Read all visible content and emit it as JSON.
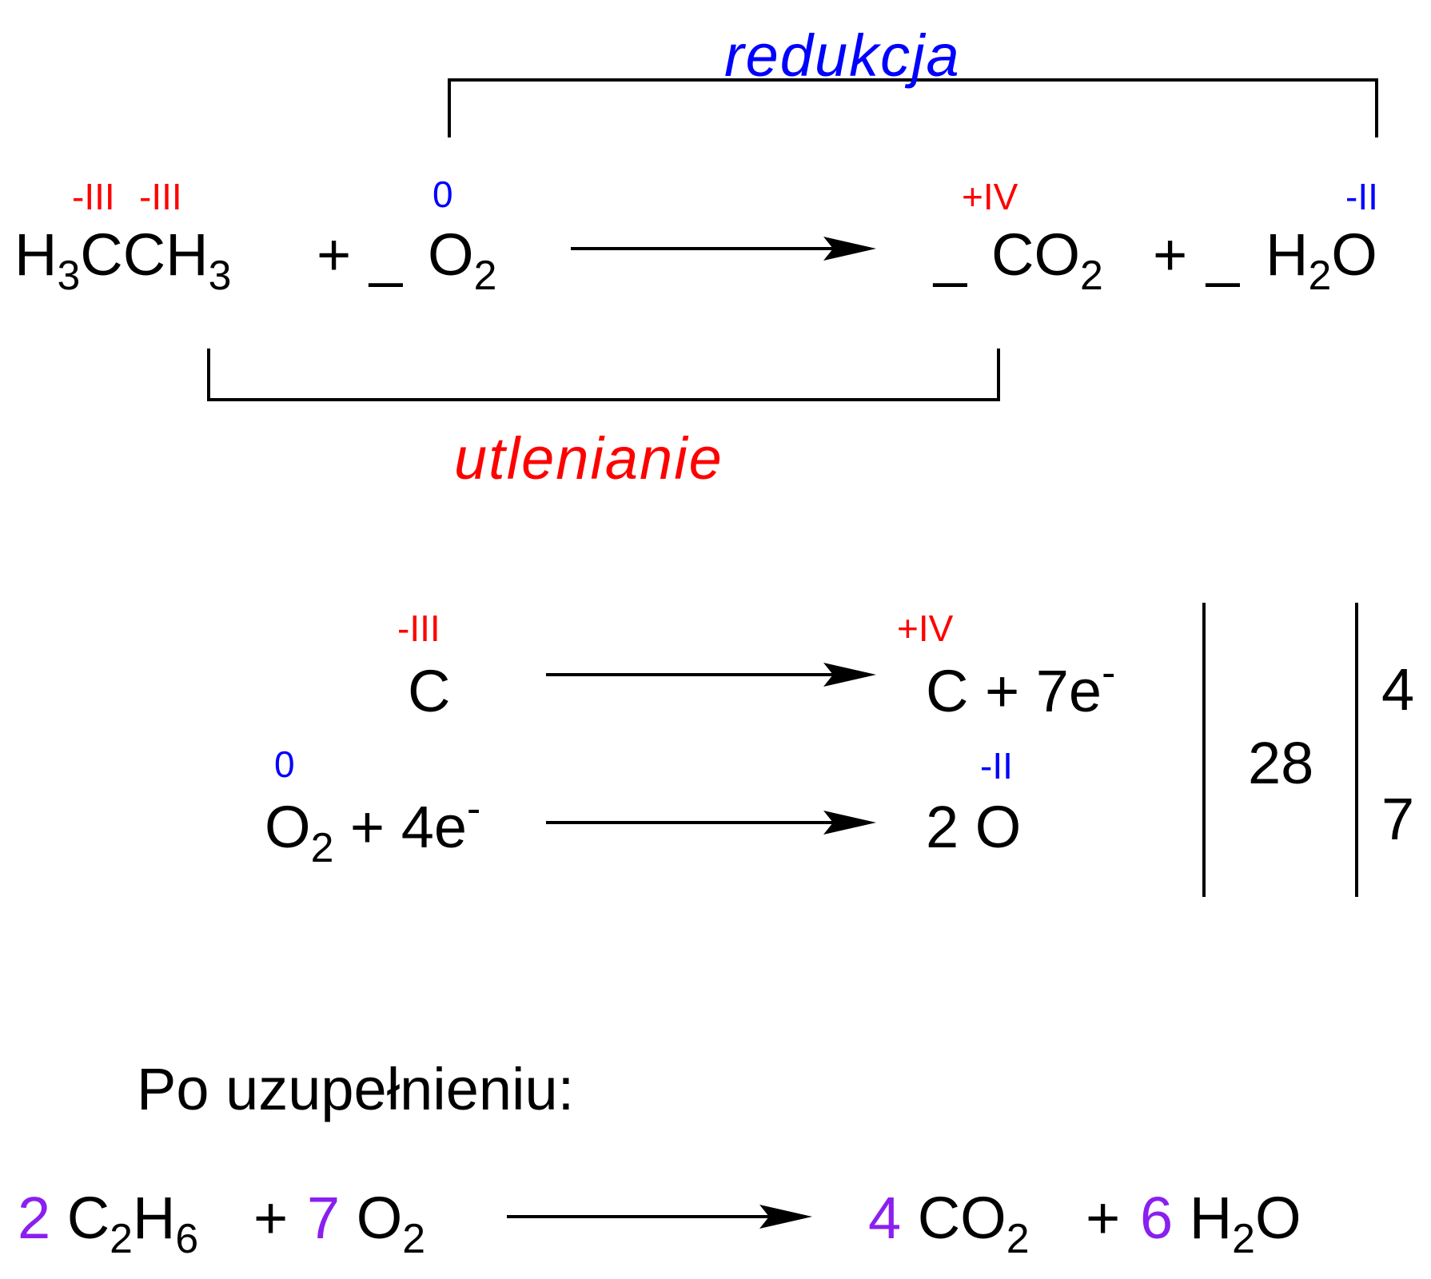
{
  "colors": {
    "oxidation": "#ff0000",
    "reduction": "#0000ff",
    "coefficient": "#8a1ff0",
    "text": "#000000"
  },
  "top": {
    "reduction_label": "redukcja",
    "oxidation_label": "utlenianie",
    "ox_c1": "-III",
    "ox_c2": "-III",
    "ox_o_reactant": "0",
    "ox_c_product": "+IV",
    "ox_o_product": "-II",
    "ethane": {
      "a": "H",
      "a_sub": "3",
      "b": "CCH",
      "b_sub": "3"
    },
    "plus1": "+",
    "blank1": "_",
    "oxygen": {
      "a": "O",
      "a_sub": "2"
    },
    "blank2": "_",
    "co2": {
      "a": "CO",
      "a_sub": "2"
    },
    "plus2": "+",
    "blank3": "_",
    "water": {
      "a": "H",
      "a_sub": "2",
      "b": "O"
    }
  },
  "half": {
    "ox1": "-III",
    "c_left": "C",
    "ox2": "+IV",
    "c_right": "C + 7e",
    "c_right_sup": "-",
    "ox3": "0",
    "o2_left": {
      "a": "O",
      "a_sub": "2",
      "b": " + 4e",
      "b_sup": "-"
    },
    "ox4": "-II",
    "o_right": "2 O",
    "lcm": "28",
    "mult_top": "4",
    "mult_bottom": "7"
  },
  "final": {
    "label": "Po uzupełnieniu:",
    "c1": "2",
    "ethane": {
      "a": " C",
      "a_sub": "2",
      "b": "H",
      "b_sub": "6"
    },
    "plus1": "+",
    "c2": "7",
    "oxygen": {
      "a": " O",
      "a_sub": "2"
    },
    "c3": "4",
    "co2": {
      "a": " CO",
      "a_sub": "2"
    },
    "plus2": "+",
    "c4": "6",
    "water": {
      "a": " H",
      "a_sub": "2",
      "b": "O"
    }
  }
}
